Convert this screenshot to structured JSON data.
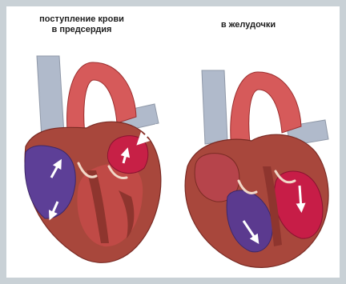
{
  "captions": {
    "left": {
      "line1": "поступление крови",
      "line2": "в предсердия"
    },
    "right": "в желудочки"
  },
  "figures": {
    "left": {
      "depicts": "heart-cross-section",
      "chamber_colors": {
        "atrium_left_side": "#5d3f97",
        "atrium_right_side": "#c72046",
        "myocardium": "#a8473c",
        "ventricle_cavity": "#c04a46",
        "vessels": "#d65a5a",
        "veins": "#b0bacb"
      },
      "arrows": [
        "up-arrow",
        "down-arrow",
        "inflow-arrow"
      ]
    },
    "right": {
      "depicts": "heart-cross-section",
      "chamber_colors": {
        "ventricle_left_side": "#5b3a8f",
        "ventricle_right_side": "#c71d47",
        "atrium": "#b6444b",
        "myocardium": "#a8473c",
        "vessels": "#d65a5a",
        "veins": "#b0bacb"
      },
      "arrows": [
        "down-arrow",
        "down-arrow"
      ]
    }
  }
}
